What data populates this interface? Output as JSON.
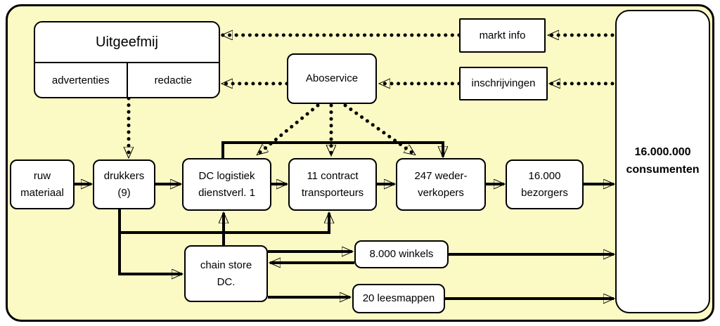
{
  "canvas": {
    "background": "#FBF9C4",
    "line_color": "#000000",
    "box_fill": "#FFFFFF"
  },
  "nodes": {
    "uitgeefmij": {
      "title": "Uitgeefmij",
      "advertenties": "advertenties",
      "redactie": "redactie"
    },
    "aboservice": {
      "label": "Aboservice"
    },
    "markt_info": {
      "label": "markt info"
    },
    "inschrijvingen": {
      "label": "inschrijvingen"
    },
    "ruw_materiaal": {
      "label": "ruw\nmateriaal"
    },
    "drukkers": {
      "label": "drukkers\n(9)"
    },
    "dc_logistiek": {
      "label": "DC logistiek\ndienstverl. 1"
    },
    "transporteurs": {
      "label": "11 contract\ntransporteurs"
    },
    "wederverkopers": {
      "label": "247 weder-\nverkopers"
    },
    "bezorgers": {
      "label": "16.000\nbezorgers"
    },
    "chain_store_dc": {
      "label": "chain store\nDC."
    },
    "winkels": {
      "label": "8.000 winkels"
    },
    "leesmappen": {
      "label": "20 leesmappen"
    },
    "consumenten": {
      "label": "16.000.000\nconsumenten"
    }
  },
  "edges": [
    {
      "from": "ruw_materiaal",
      "to": "drukkers",
      "style": "solid"
    },
    {
      "from": "drukkers",
      "to": "dc_logistiek",
      "style": "solid"
    },
    {
      "from": "dc_logistiek",
      "to": "transporteurs",
      "style": "solid"
    },
    {
      "from": "transporteurs",
      "to": "wederverkopers",
      "style": "solid"
    },
    {
      "from": "wederverkopers",
      "to": "bezorgers",
      "style": "solid"
    },
    {
      "from": "bezorgers",
      "to": "consumenten",
      "style": "solid"
    },
    {
      "from": "dc_logistiek",
      "to": "wederverkopers",
      "style": "solid"
    },
    {
      "from": "drukkers",
      "to": "transporteurs",
      "style": "solid"
    },
    {
      "from": "drukkers",
      "to": "chain_store_dc",
      "style": "solid"
    },
    {
      "from": "chain_store_dc",
      "to": "dc_logistiek",
      "style": "solid"
    },
    {
      "from": "chain_store_dc",
      "to": "winkels",
      "style": "solid"
    },
    {
      "from": "winkels",
      "to": "chain_store_dc",
      "style": "solid"
    },
    {
      "from": "winkels",
      "to": "consumenten",
      "style": "solid"
    },
    {
      "from": "chain_store_dc",
      "to": "leesmappen",
      "style": "solid"
    },
    {
      "from": "leesmappen",
      "to": "consumenten",
      "style": "solid"
    },
    {
      "from": "consumenten",
      "to": "markt_info",
      "style": "dotted"
    },
    {
      "from": "markt_info",
      "to": "uitgeefmij",
      "style": "dotted"
    },
    {
      "from": "consumenten",
      "to": "inschrijvingen",
      "style": "dotted"
    },
    {
      "from": "inschrijvingen",
      "to": "aboservice",
      "style": "dotted"
    },
    {
      "from": "aboservice",
      "to": "uitgeefmij",
      "style": "dotted"
    },
    {
      "from": "uitgeefmij",
      "to": "drukkers",
      "style": "dotted"
    },
    {
      "from": "aboservice",
      "to": "dc_logistiek",
      "style": "dotted"
    },
    {
      "from": "aboservice",
      "to": "transporteurs",
      "style": "dotted"
    },
    {
      "from": "aboservice",
      "to": "wederverkopers",
      "style": "dotted"
    }
  ]
}
